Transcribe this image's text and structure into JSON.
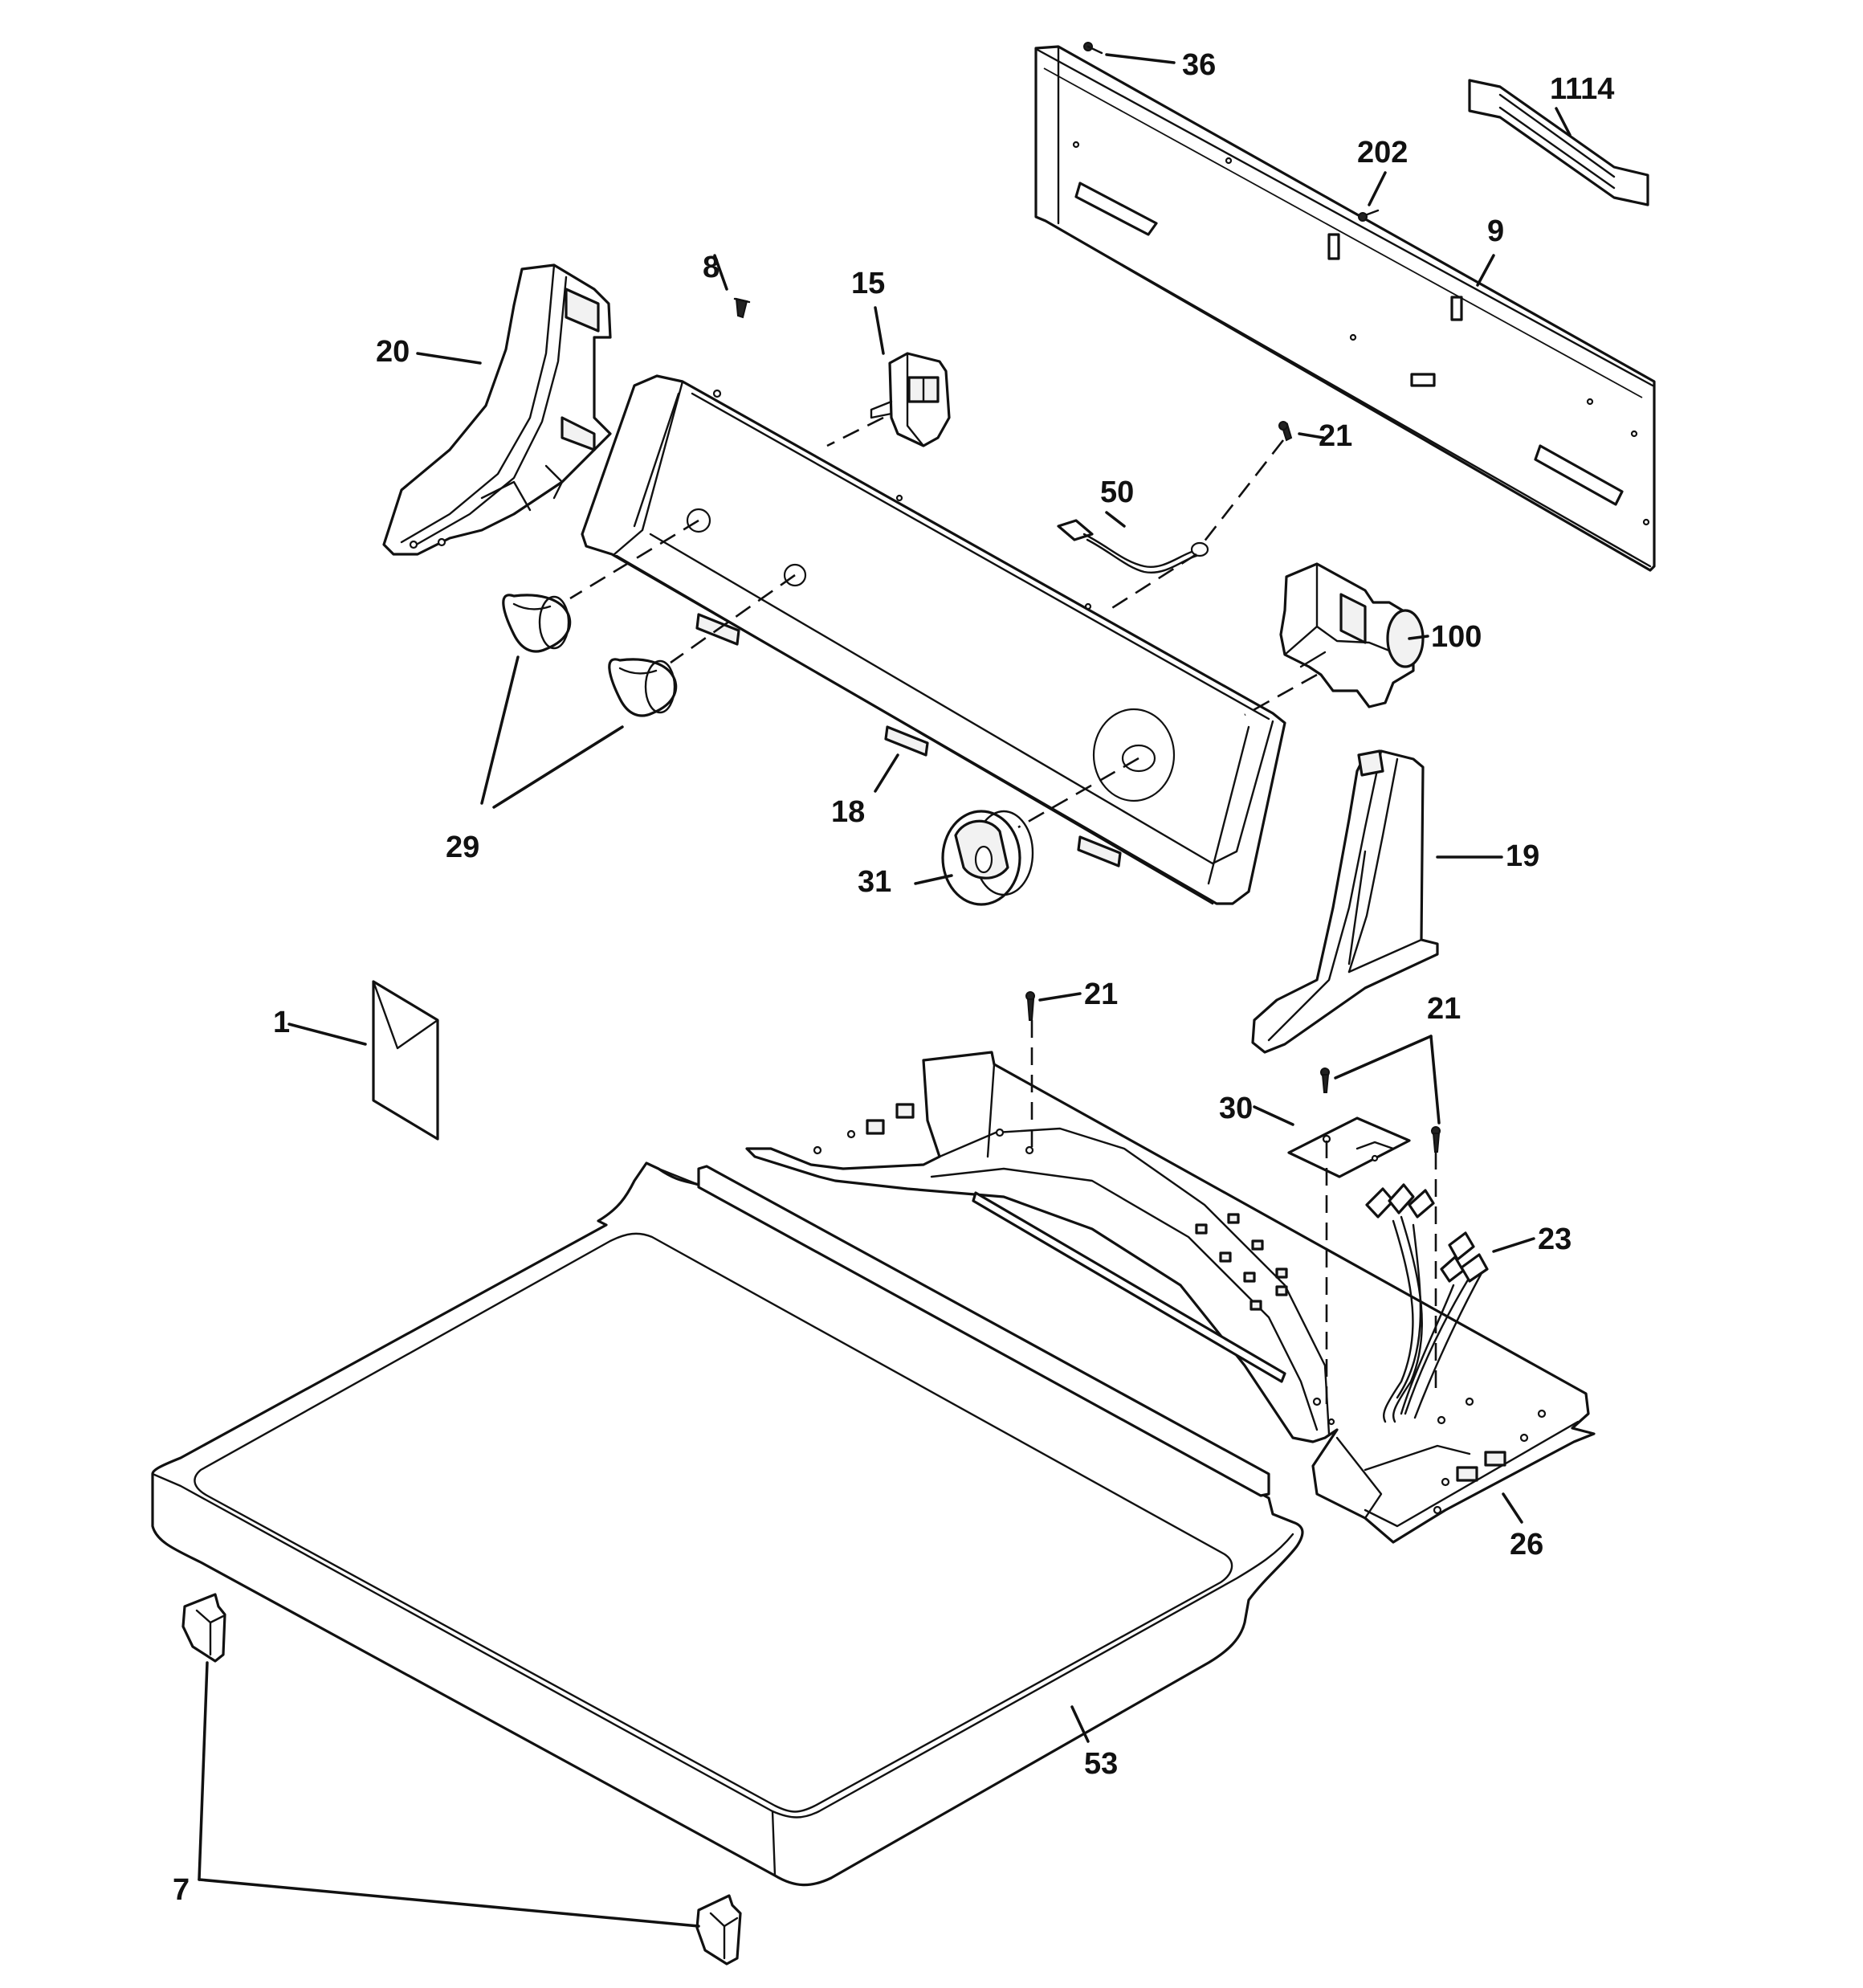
{
  "callouts": {
    "c36": "36",
    "c1114": "1114",
    "c202": "202",
    "c9": "9",
    "c8": "8",
    "c15": "15",
    "c20": "20",
    "c21_top": "21",
    "c50": "50",
    "c100": "100",
    "c19": "19",
    "c18": "18",
    "c29": "29",
    "c31": "31",
    "c21_mid": "21",
    "c21_right": "21",
    "c1": "1",
    "c30": "30",
    "c23": "23",
    "c26": "26",
    "c53": "53",
    "c7": "7"
  }
}
